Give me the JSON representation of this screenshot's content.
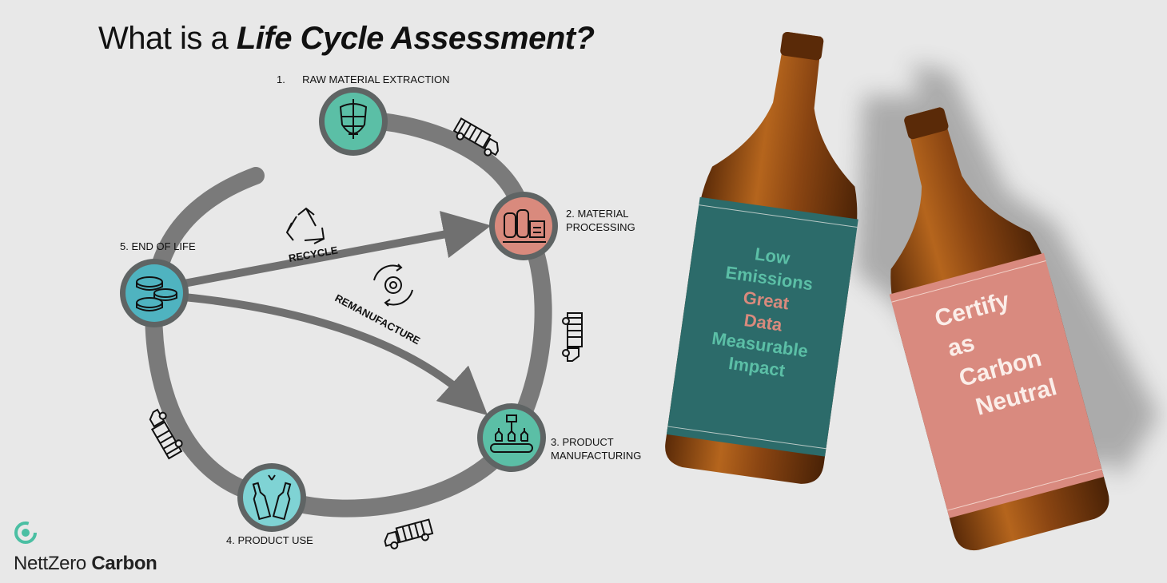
{
  "title": {
    "prefix": "What is a ",
    "emphasis": "Life Cycle Assessment?"
  },
  "stages": {
    "raw": {
      "number": "1.",
      "label": "RAW MATERIAL EXTRACTION"
    },
    "processing": {
      "line1": "2. MATERIAL",
      "line2": "PROCESSING"
    },
    "manufacturing": {
      "line1": "3. PRODUCT",
      "line2": "MANUFACTURING"
    },
    "use": {
      "label": "4. PRODUCT USE"
    },
    "end": {
      "label": "5. END OF LIFE"
    }
  },
  "paths": {
    "recycle": "RECYCLE",
    "remanufacture": "REMANUFACTURE"
  },
  "bottle_left": {
    "lines": [
      "Low",
      "Emissions",
      "Great",
      "Data",
      "Measurable",
      "Impact"
    ]
  },
  "bottle_right": {
    "lines": [
      "Certify",
      "as",
      "Carbon",
      "Neutral"
    ]
  },
  "brand": {
    "name_regular": "NettZero",
    "name_bold": "Carbon"
  },
  "colors": {
    "ring": "#7a7a7a",
    "raw": "#5bbfa6",
    "processing": "#d98a7d",
    "manufacturing": "#5bbfa6",
    "use": "#7fd3d4",
    "end": "#4fb3c0",
    "bottle_label_left": "#2c6b6a",
    "bottle_label_right": "#d98a7f",
    "bottle_glass": "#8a4512",
    "brand_accent": "#4bbfa3"
  },
  "icons": [
    "hops-icon",
    "factory-icon",
    "conveyor-icon",
    "beer-bottles-icon",
    "bottle-caps-icon",
    "recycle-icon",
    "gear-cycle-icon",
    "truck-icon"
  ]
}
